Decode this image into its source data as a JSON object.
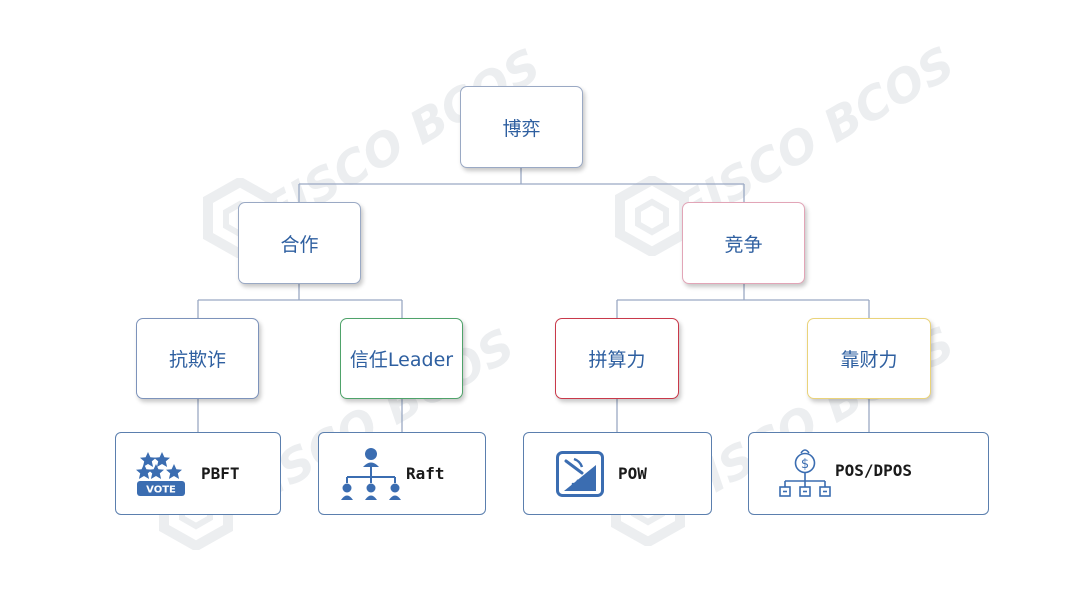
{
  "diagram": {
    "root": {
      "label": "博弈"
    },
    "cooperation": {
      "label": "合作",
      "children": {
        "anti_fraud": {
          "label": "抗欺诈",
          "leaf": {
            "label": "PBFT",
            "icon": "vote-stars-icon"
          }
        },
        "trust_leader": {
          "label": "信任Leader",
          "leaf": {
            "label": "Raft",
            "icon": "hierarchy-icon"
          }
        }
      }
    },
    "competition": {
      "label": "竞争",
      "children": {
        "compute_power": {
          "label": "拼算力",
          "leaf": {
            "label": "POW",
            "icon": "mining-icon"
          }
        },
        "wealth": {
          "label": "靠财力",
          "leaf": {
            "label": "POS/DPOS",
            "icon": "money-tree-icon"
          }
        }
      }
    }
  },
  "watermark": {
    "text": "FISCO BCOS",
    "icon": "fisco-logo-icon"
  },
  "colors": {
    "node_text": "#2e5fa0",
    "line": "#9aa9c4",
    "icon_blue": "#3b6db1",
    "border_red": "#c9394a",
    "border_green": "#4fa36a",
    "border_pink": "#e2a5b7",
    "border_yellow": "#ead37a"
  }
}
